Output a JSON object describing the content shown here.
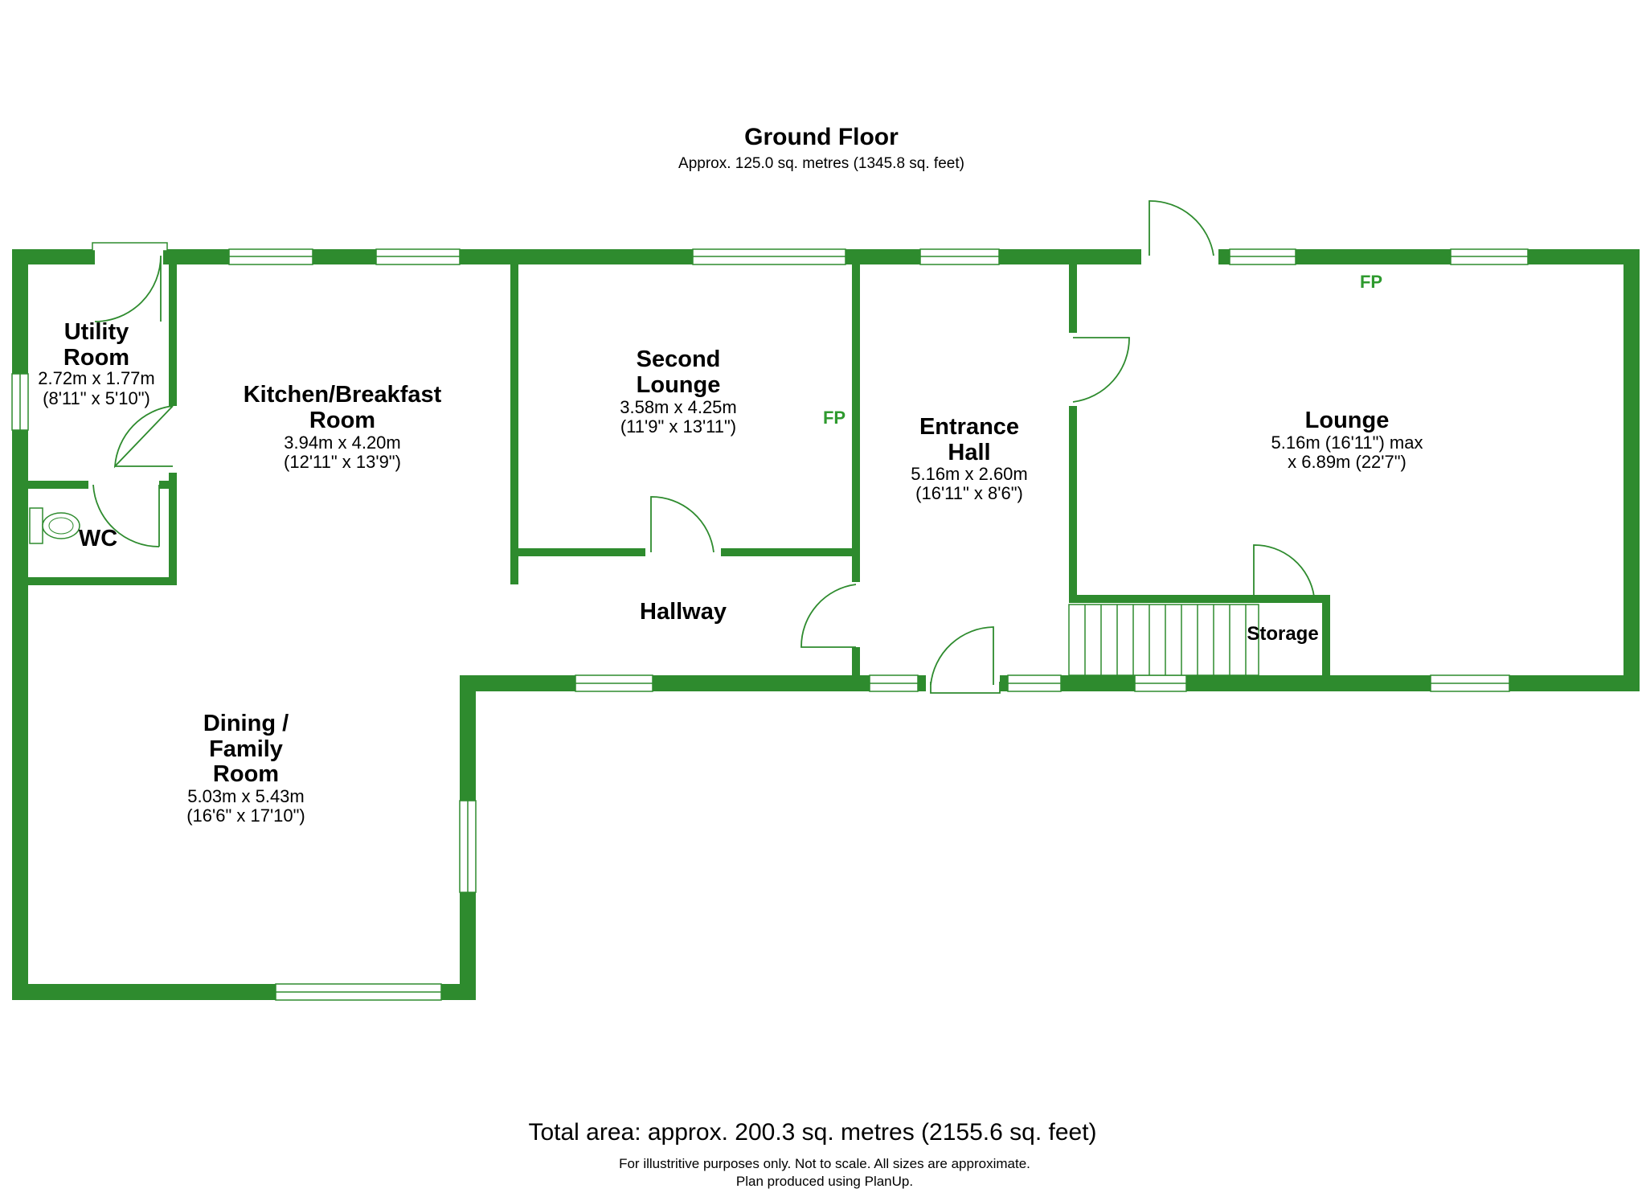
{
  "header": {
    "title": "Ground Floor",
    "subtitle": "Approx. 125.0 sq. metres (1345.8 sq. feet)"
  },
  "rooms": {
    "utility": {
      "name_1": "Utility",
      "name_2": "Room",
      "dim_1": "2.72m x 1.77m",
      "dim_2": "(8'11\" x 5'10\")"
    },
    "wc": {
      "name_1": "WC"
    },
    "kitchen": {
      "name_1": "Kitchen/Breakfast",
      "name_2": "Room",
      "dim_1": "3.94m x 4.20m",
      "dim_2": "(12'11\" x 13'9\")"
    },
    "second_lounge": {
      "name_1": "Second",
      "name_2": "Lounge",
      "dim_1": "3.58m x 4.25m",
      "dim_2": "(11'9\" x 13'11\")"
    },
    "entrance_hall": {
      "name_1": "Entrance",
      "name_2": "Hall",
      "dim_1": "5.16m x 2.60m",
      "dim_2": "(16'11\" x 8'6\")"
    },
    "lounge": {
      "name_1": "Lounge",
      "dim_1": "5.16m (16'11\") max",
      "dim_2": "x 6.89m (22'7\")"
    },
    "hallway": {
      "name_1": "Hallway"
    },
    "storage": {
      "name_1": "Storage"
    },
    "dining": {
      "name_1": "Dining /",
      "name_2": "Family",
      "name_3": "Room",
      "dim_1": "5.03m x 5.43m",
      "dim_2": "(16'6\" x 17'10\")"
    }
  },
  "fireplaces": {
    "second_lounge": "FP",
    "lounge": "FP"
  },
  "footer": {
    "total": "Total area: approx. 200.3 sq. metres (2155.6 sq. feet)",
    "disclaimer_1": "For illustritive purposes only.  Not to scale.  All sizes are approximate.",
    "disclaimer_2": "Plan produced using PlanUp."
  },
  "colors": {
    "wall": "#2e8b2e",
    "fp_label": "#2e9a2e",
    "background": "#ffffff"
  }
}
